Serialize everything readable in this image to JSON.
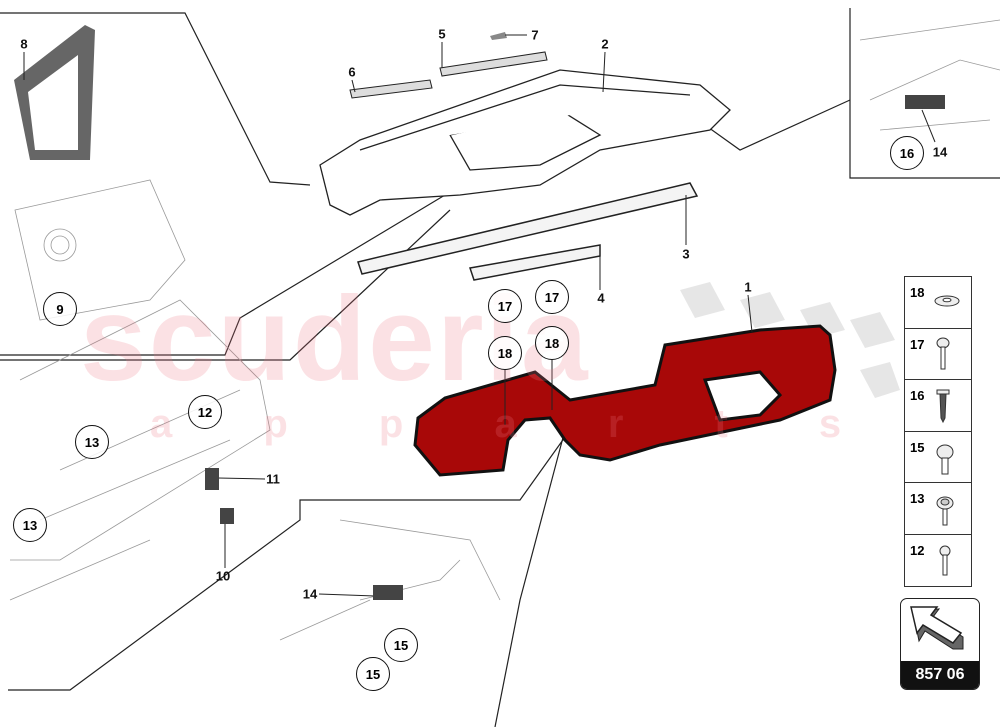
{
  "watermark": {
    "main": "scuderia",
    "sub": "a p p a r t s"
  },
  "labels": {
    "l1": "1",
    "l2": "2",
    "l3": "3",
    "l4": "4",
    "l5": "5",
    "l6": "6",
    "l7": "7",
    "l8": "8",
    "l10": "10",
    "l11": "11",
    "l14a": "14",
    "l14b": "14"
  },
  "callouts": {
    "c9": "9",
    "c12": "12",
    "c13a": "13",
    "c13b": "13",
    "c15a": "15",
    "c15b": "15",
    "c16": "16",
    "c17a": "17",
    "c17b": "17",
    "c18a": "18",
    "c18b": "18"
  },
  "legend": [
    {
      "num": "18",
      "icon": "washer-icon"
    },
    {
      "num": "17",
      "icon": "bolt-icon"
    },
    {
      "num": "16",
      "icon": "self-tapping-screw-icon"
    },
    {
      "num": "15",
      "icon": "flange-screw-icon"
    },
    {
      "num": "13",
      "icon": "washer-screw-icon"
    },
    {
      "num": "12",
      "icon": "screw-icon"
    }
  ],
  "badge": {
    "code": "857 06",
    "icon": "arrow-icon"
  },
  "colors": {
    "part_red": "#a80808",
    "line": "#222222"
  }
}
